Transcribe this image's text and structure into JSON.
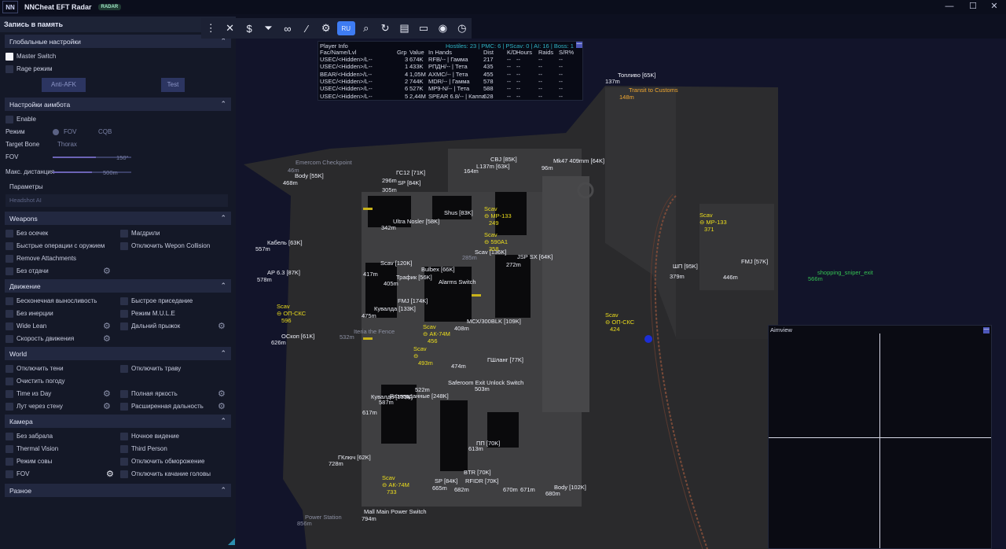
{
  "titlebar": {
    "logo": "NN",
    "title": "NNCheat EFT Radar",
    "badge": "RADAR",
    "minimize": "—",
    "maximize": "☐",
    "close": "✕"
  },
  "sidebar": {
    "header": "Запись в память",
    "global": {
      "title": "Глобальные настройки",
      "master_switch": "Master Switch",
      "rage_mode": "Rage режим",
      "anti_afk": "Anti-AFK",
      "test": "Test"
    },
    "aimbot": {
      "title": "Настройки аимбота",
      "enable": "Enable",
      "mode_label": "Режим",
      "mode_fov": "FOV",
      "mode_cqb": "CQB",
      "target_bone_label": "Target Bone",
      "target_bone_value": "Thorax",
      "fov_label": "FOV",
      "fov_value": "150°",
      "fov_level": 0.55,
      "max_distance_label": "Макс. дистанция",
      "max_distance_value": "500m",
      "max_distance_level": 0.5,
      "params_label": "Параметры",
      "params_value": "Headshot AI"
    },
    "weapons": {
      "title": "Weapons",
      "items": [
        "Без осечек",
        "Магдрили",
        "Быстрые операции с оружием",
        "Отключить Wepon Collision",
        "Remove Attachments",
        "Без отдачи"
      ]
    },
    "movement": {
      "title": "Движение",
      "items": [
        "Бесконечная выносливость",
        "Быстрое приседание",
        "Без инерции",
        "Режим M.U.L.E",
        "Wide Lean",
        "Дальний прыжок",
        "Скорость движения"
      ]
    },
    "world": {
      "title": "World",
      "items": [
        "Отключить тени",
        "Отключить траву",
        "Очистить погоду",
        "Time из Day",
        "Полная яркость",
        "Лут через стену",
        "Расширенная дальность"
      ]
    },
    "camera": {
      "title": "Камера",
      "items": [
        "Без забрала",
        "Ночное видение",
        "Thermal Vision",
        "Third Person",
        "Режим совы",
        "Отключить обморожение",
        "FOV",
        "Отключить качание головы"
      ]
    },
    "misc": {
      "title": "Разное"
    }
  },
  "toolbar": {
    "icons": [
      "more-icon",
      "crosshair-icon",
      "dollar-icon",
      "filter-icon",
      "glasses-icon",
      "wand-icon",
      "gear-icon",
      "lang",
      "search-icon",
      "refresh-icon",
      "map-icon",
      "window-icon",
      "eye-icon",
      "clock-icon"
    ],
    "lang": "RU",
    "glyphs": {
      "more": "⋮",
      "crosshair": "✕",
      "dollar": "$",
      "filter": "⏷",
      "glasses": "∞",
      "wand": "⁄",
      "gear": "⚙",
      "search": "⌕",
      "refresh": "↻",
      "map": "▤",
      "window": "▭",
      "eye": "◉",
      "clock": "◷"
    }
  },
  "player_info": {
    "title": "Player Info",
    "counts": "Hostiles: 23 | PMC: 6 | PScav: 0 | AI: 16 | Boss: 1",
    "close": "—",
    "headers": [
      "Fac/Name/Lvl",
      "Grp",
      "Value",
      "In Hands",
      "Dist",
      "K/D",
      "Hours",
      "Raids",
      "S/R%"
    ],
    "rows": [
      [
        "USEC/<Hidden>/L--",
        "3",
        "674K",
        "RFB/-- | Гамма",
        "217",
        "--",
        "--",
        "--",
        "--"
      ],
      [
        "USEC/<Hidden>/L--",
        "1",
        "433K",
        "РПДН/-- | Тета",
        "435",
        "--",
        "--",
        "--",
        "--"
      ],
      [
        "BEAR/<Hidden>/L--",
        "4",
        "1,05M",
        "AXMC/-- | Тета",
        "455",
        "--",
        "--",
        "--",
        "--"
      ],
      [
        "USEC/<Hidden>/L--",
        "2",
        "744K",
        "MDR/-- | Гамма",
        "578",
        "--",
        "--",
        "--",
        "--"
      ],
      [
        "USEC/<Hidden>/L--",
        "6",
        "527K",
        "MP9-N/-- | Тета",
        "588",
        "--",
        "--",
        "--",
        "--"
      ],
      [
        "USEC/<Hidden>/L--",
        "5",
        "2,44M",
        "SPEAR 6.8/-- | Каппа",
        "628",
        "--",
        "--",
        "--",
        "--"
      ]
    ]
  },
  "aimview": {
    "title": "Aimview",
    "close": "—"
  },
  "map": {
    "white_labels": [
      {
        "t": "Топливо [65K]",
        "c": "white"
      },
      {
        "t": "137m",
        "c": "white"
      },
      {
        "t": "Transit to Customs",
        "c": "orange"
      },
      {
        "t": "148m",
        "c": "orange"
      },
      {
        "t": "Emercom Checkpoint",
        "c": "dim"
      },
      {
        "t": "46m",
        "c": "dim"
      },
      {
        "t": "Body [55K]",
        "c": "white"
      },
      {
        "t": "468m",
        "c": "white"
      },
      {
        "t": "ГС12 [71K]",
        "c": "white"
      },
      {
        "t": "296m",
        "c": "white"
      },
      {
        "t": "SP [84K]",
        "c": "white"
      },
      {
        "t": "305m",
        "c": "white"
      },
      {
        "t": "СВЈ [85K]",
        "c": "white"
      },
      {
        "t": "L137m [63K]",
        "c": "white"
      },
      {
        "t": "164m",
        "c": "white"
      },
      {
        "t": "Mk47 409mm [64K]",
        "c": "white"
      },
      {
        "t": "96m",
        "c": "white"
      },
      {
        "t": "Shus [83K]",
        "c": "white"
      },
      {
        "t": "Ultra Nosler [58K]",
        "c": "white"
      },
      {
        "t": "342m",
        "c": "white"
      },
      {
        "t": "Кабель [63K]",
        "c": "white"
      },
      {
        "t": "557m",
        "c": "white"
      },
      {
        "t": "AP 6.3 [87K]",
        "c": "white"
      },
      {
        "t": "578m",
        "c": "white"
      },
      {
        "t": "Scav [120K]",
        "c": "white"
      },
      {
        "t": "417m",
        "c": "white"
      },
      {
        "t": "Bulbex [66K]",
        "c": "white"
      },
      {
        "t": "Трафик [56K]",
        "c": "white"
      },
      {
        "t": "405m",
        "c": "white"
      },
      {
        "t": "Scav [136K]",
        "c": "white"
      },
      {
        "t": "285m",
        "c": "dim"
      },
      {
        "t": "JSP SX [64K]",
        "c": "white"
      },
      {
        "t": "272m",
        "c": "white"
      },
      {
        "t": "Alarms Switch",
        "c": "white"
      },
      {
        "t": "FMJ [174K]",
        "c": "white"
      },
      {
        "t": "Кувалда [133K]",
        "c": "white"
      },
      {
        "t": "475m",
        "c": "white"
      },
      {
        "t": "МСХ/300BLK [109K]",
        "c": "white"
      },
      {
        "t": "408m",
        "c": "white"
      },
      {
        "t": "ОСкоп [61K]",
        "c": "white"
      },
      {
        "t": "626m",
        "c": "white"
      },
      {
        "t": "Iteria the Fence",
        "c": "dim"
      },
      {
        "t": "532m",
        "c": "dim"
      },
      {
        "t": "ГШланг [77K]",
        "c": "white"
      },
      {
        "t": "474m",
        "c": "white"
      },
      {
        "t": "Разведданные [248K]",
        "c": "white"
      },
      {
        "t": "522m",
        "c": "white"
      },
      {
        "t": "Saferoom Exit Unlock Switch",
        "c": "white"
      },
      {
        "t": "503m",
        "c": "white"
      },
      {
        "t": "Кувалда [133K]",
        "c": "white"
      },
      {
        "t": "587m",
        "c": "white"
      },
      {
        "t": "617m",
        "c": "white"
      },
      {
        "t": "ПП [70K]",
        "c": "white"
      },
      {
        "t": "613m",
        "c": "white"
      },
      {
        "t": "ГКлюч [62K]",
        "c": "white"
      },
      {
        "t": "728m",
        "c": "white"
      },
      {
        "t": "BTR [70K]",
        "c": "white"
      },
      {
        "t": "SP [84K]",
        "c": "white"
      },
      {
        "t": "RFIDR [70K]",
        "c": "white"
      },
      {
        "t": "665m",
        "c": "white"
      },
      {
        "t": "682m",
        "c": "white"
      },
      {
        "t": "670m",
        "c": "white"
      },
      {
        "t": "671m",
        "c": "white"
      },
      {
        "t": "Body [102K]",
        "c": "white"
      },
      {
        "t": "680m",
        "c": "white"
      },
      {
        "t": "Mall Main Power Switch",
        "c": "white"
      },
      {
        "t": "794m",
        "c": "white"
      },
      {
        "t": "Power Station",
        "c": "dim"
      },
      {
        "t": "856m",
        "c": "dim"
      },
      {
        "t": "ШП [95K]",
        "c": "white"
      },
      {
        "t": "379m",
        "c": "white"
      },
      {
        "t": "FMJ [57K]",
        "c": "white"
      },
      {
        "t": "446m",
        "c": "white"
      },
      {
        "t": "shopping_sniper_exit",
        "c": "green"
      },
      {
        "t": "566m",
        "c": "green"
      }
    ],
    "scavs": [
      {
        "n": "Scav",
        "w": "МР-133",
        "d": "249"
      },
      {
        "n": "Scav",
        "w": "590A1",
        "d": "358"
      },
      {
        "n": "Scav",
        "w": "ОП-СКС",
        "d": "596"
      },
      {
        "n": "Scav",
        "w": "АК-74M",
        "d": "456"
      },
      {
        "n": "Scav",
        "w": "",
        "d": "493m"
      },
      {
        "n": "Scav",
        "w": "АК-74M",
        "d": "733"
      },
      {
        "n": "Scav",
        "w": "ОП-СКС",
        "d": "424"
      },
      {
        "n": "Scav",
        "w": "MP-133",
        "d": "371"
      }
    ]
  }
}
